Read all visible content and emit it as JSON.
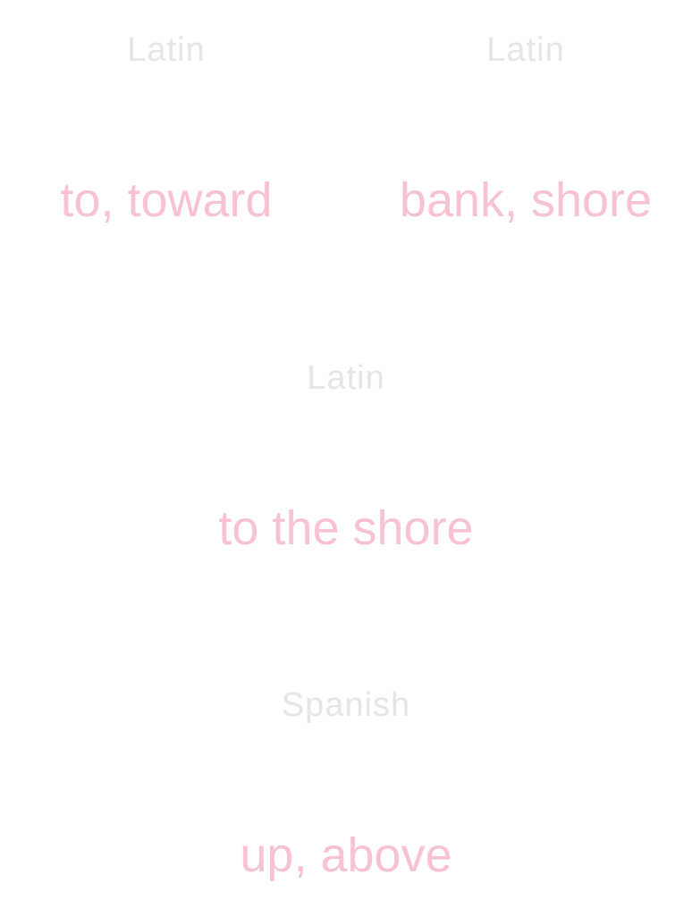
{
  "nodes": [
    {
      "language": "Latin",
      "meaning": "to, toward"
    },
    {
      "language": "Latin",
      "meaning": "bank, shore"
    },
    {
      "language": "Latin",
      "meaning": "to the shore"
    },
    {
      "language": "Spanish",
      "meaning": "up, above"
    }
  ],
  "colors": {
    "language_text": "#e6e6e9",
    "meaning_text": "#f8c3d1",
    "background": "#ffffff"
  }
}
